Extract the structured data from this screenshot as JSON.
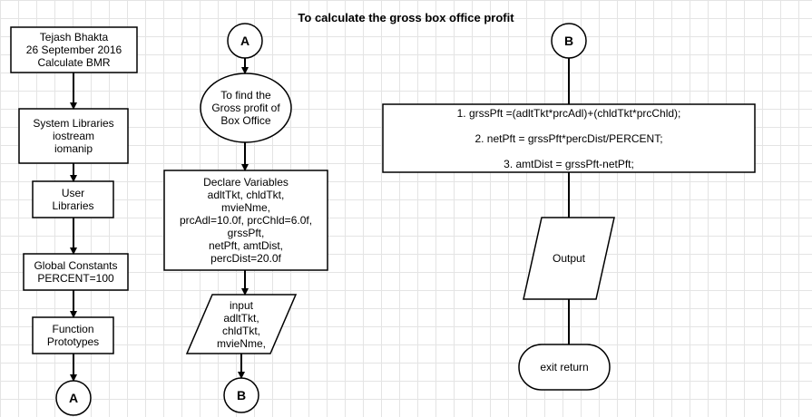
{
  "title": "To calculate the gross box office profit",
  "nodes": {
    "header_box": "Tejash Bhakta\n26 September 2016\nCalculate BMR",
    "system_libraries": "System Libraries\niostream\niomanip",
    "user_libraries": "User\nLibraries",
    "global_constants": "Global Constants\nPERCENT=100",
    "function_prototypes": "Function\nPrototypes",
    "connector_a_end": "A",
    "connector_a_start": "A",
    "purpose": "To find the\nGross profit of\nBox Office",
    "declare_variables": "Declare Variables\nadltTkt, chldTkt,\nmvieNme,\nprcAdl=10.0f, prcChld=6.0f,\ngrssPft,\nnetPft, amtDist,\npercDist=20.0f",
    "input": "input\nadltTkt,\nchldTkt,\nmvieNme,",
    "connector_b_end": "B",
    "connector_b_start": "B",
    "process": "1. grssPft =(adltTkt*prcAdl)+(chldTkt*prcChld);\n\n2.  netPft = grssPft*percDist/PERCENT;\n\n3. amtDist = grssPft-netPft;",
    "output": "Output",
    "exit": "exit return"
  }
}
